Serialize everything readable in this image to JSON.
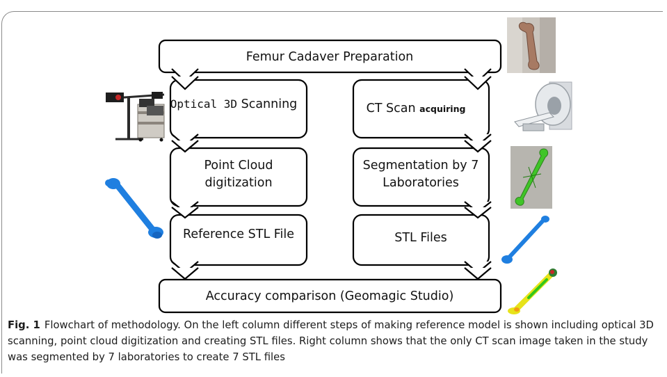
{
  "boxes": {
    "top": "Femur Cadaver Preparation",
    "left1_a": "Optical 3D",
    "left1_b": " Scanning",
    "left2_line1": "Point Cloud",
    "left2_line2": "digitization",
    "left3": "Reference STL File",
    "right1_main": "CT Scan ",
    "right1_small": "acquiring",
    "right2_line1": "Segmentation by 7",
    "right2_line2": "Laboratories",
    "right3": "STL Files",
    "bottom": "Accuracy comparison (Geomagic Studio)"
  },
  "caption": {
    "label": "Fig. 1",
    "text": "Flowchart of methodology. On the left column different steps of making reference model is shown including optical 3D scanning, point cloud digitization and creating STL files. Right column shows that the only CT scan image taken in the study was segmented by 7 laboratories to create 7 STL files"
  },
  "colors": {
    "femur_blue": "#1f7fe0",
    "mesh_green": "#34c71a",
    "heatmap_yellow": "#e7e31a"
  }
}
